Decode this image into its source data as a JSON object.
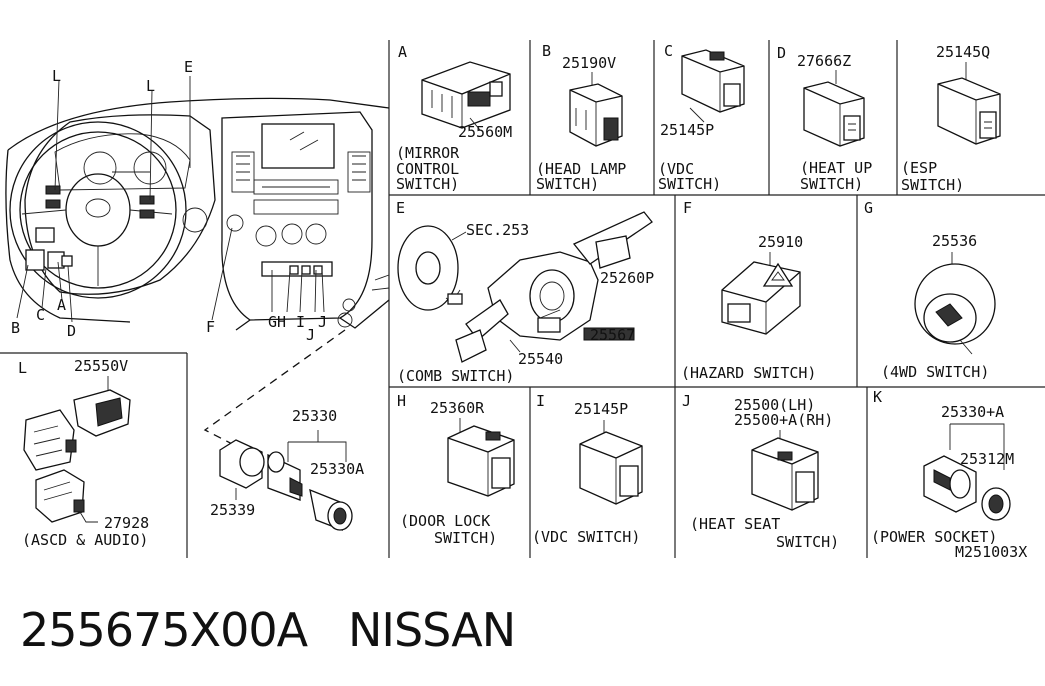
{
  "panels": {
    "a": {
      "letter": "A",
      "part": "25560M",
      "caption1": "(MIRROR",
      "caption2": "CONTROL",
      "caption3": "SWITCH)"
    },
    "b": {
      "letter": "B",
      "part": "25190V",
      "caption1": "(HEAD LAMP",
      "caption2": "SWITCH)"
    },
    "c": {
      "letter": "C",
      "part": "25145P",
      "caption1": "(VDC",
      "caption2": "SWITCH)"
    },
    "d": {
      "letter": "D",
      "part": "27666Z",
      "caption1": "(HEAT UP",
      "caption2": "SWITCH)"
    },
    "esp": {
      "part": "25145Q",
      "caption1": "(ESP",
      "caption2": "SWITCH)"
    },
    "e": {
      "letter": "E",
      "part_sec": "SEC.253",
      "part_a": "25260P",
      "part_b": "25540",
      "part_c": "25567",
      "caption": "(COMB SWITCH)"
    },
    "f": {
      "letter": "F",
      "part": "25910",
      "caption": "(HAZARD SWITCH)"
    },
    "g": {
      "letter": "G",
      "part": "25536",
      "caption": "(4WD SWITCH)"
    },
    "h": {
      "letter": "H",
      "part": "25360R",
      "caption1": "(DOOR LOCK",
      "caption2": "SWITCH)"
    },
    "i": {
      "letter": "I",
      "part": "25145P",
      "caption": "(VDC SWITCH)"
    },
    "j": {
      "letter": "J",
      "part_lh": "25500(LH)",
      "part_rh": "25500+A(RH)",
      "caption1": "(HEAT SEAT",
      "caption2": "SWITCH)"
    },
    "k": {
      "letter": "K",
      "part_a": "25330+A",
      "part_b": "25312M",
      "caption": "(POWER SOCKET)",
      "code": "M251003X"
    },
    "l": {
      "letter": "L",
      "part_a": "25550V",
      "part_b": "27928",
      "caption": "(ASCD & AUDIO)"
    }
  },
  "overview": {
    "labels": {
      "l1": "L",
      "l2": "L",
      "e": "E",
      "b": "B",
      "c": "C",
      "a": "A",
      "d": "D",
      "f": "F",
      "gh": "GH",
      "i": "I",
      "j": "J",
      "j2": "J"
    },
    "socket": {
      "part_a": "25330",
      "part_b": "25330A",
      "part_c": "25339"
    }
  },
  "footer": {
    "part_number": "255675X00A",
    "brand": "NISSAN"
  }
}
